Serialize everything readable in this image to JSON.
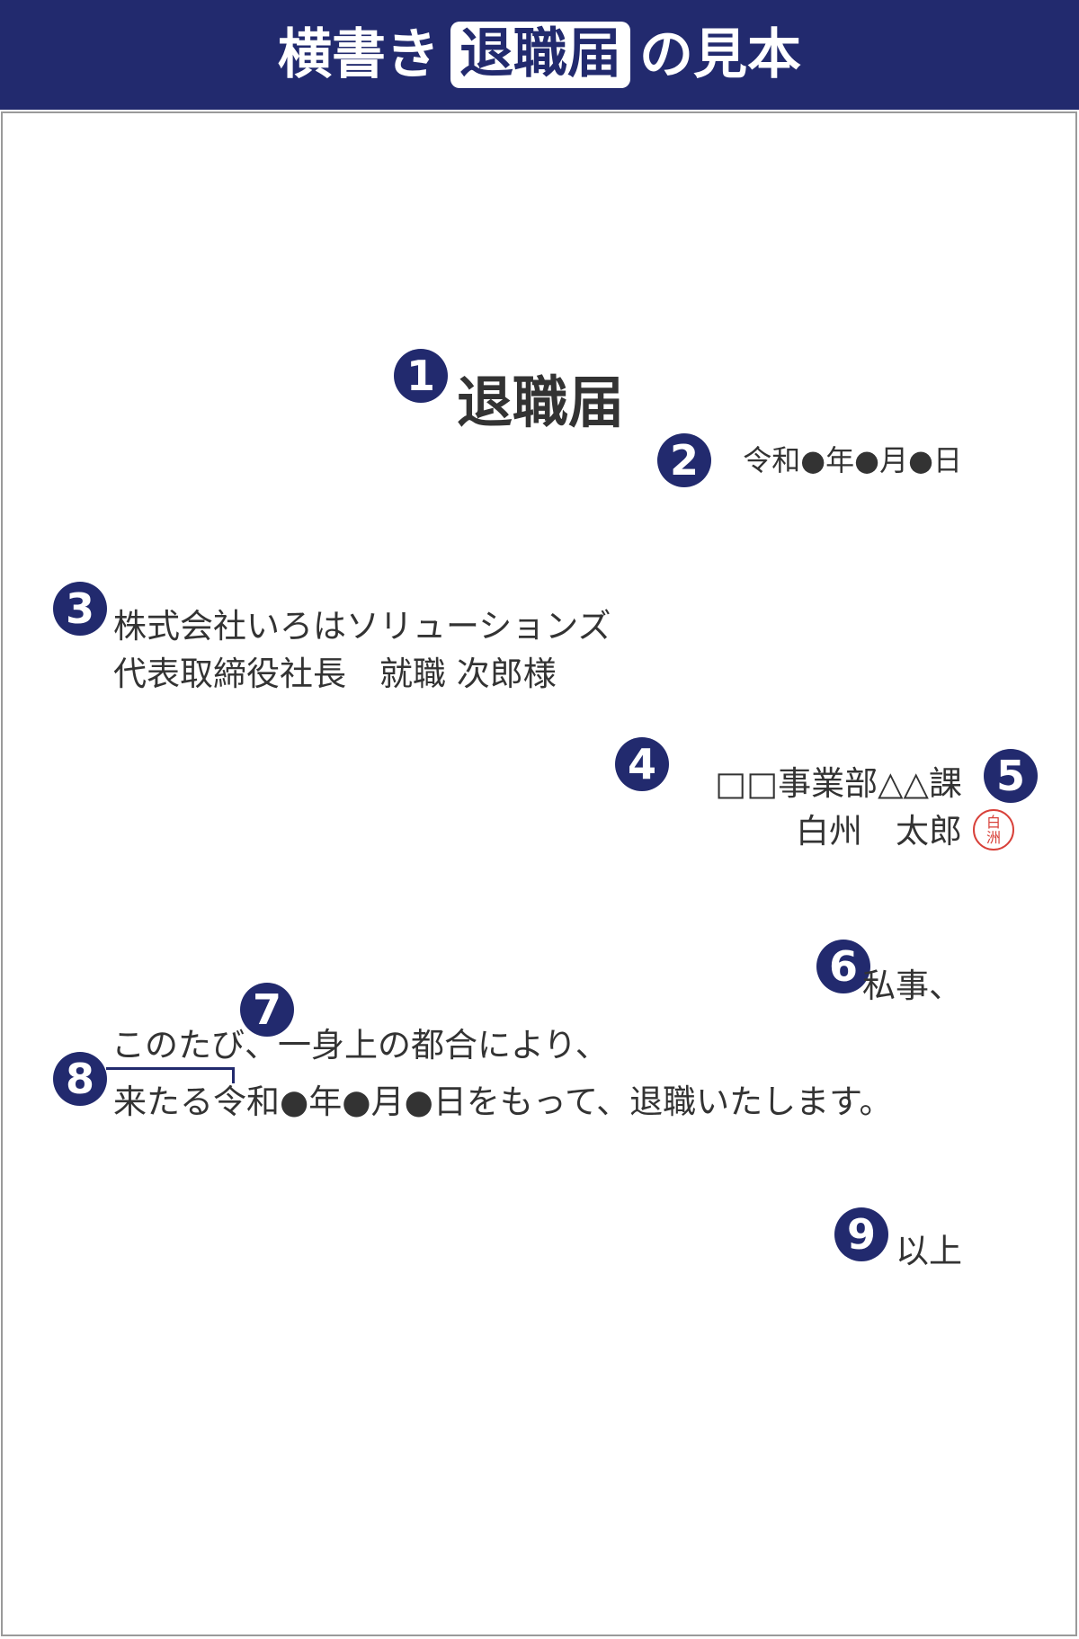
{
  "header": {
    "title_prefix": "横書き",
    "title_highlight": "退職届",
    "title_suffix": "の見本"
  },
  "markers": [
    "1",
    "2",
    "3",
    "4",
    "5",
    "6",
    "7",
    "8",
    "9"
  ],
  "document": {
    "title": "退職届",
    "date": "令和●年●月●日",
    "recipient_company": "株式会社いろはソリューションズ",
    "recipient_name": "代表取締役社長　就職 次郎様",
    "sender_department": "□□事業部△△課",
    "sender_name": "白州　太郎",
    "seal_chars": [
      "白",
      "洲"
    ],
    "opening": "私事、",
    "body_line1": "このたび、一身上の都合により、",
    "body_line2": "来たる令和●年●月●日をもって、退職いたします。",
    "closing": "以上"
  },
  "colors": {
    "navy": "#222a6e",
    "seal_red": "#d8413a",
    "text": "#333333"
  }
}
